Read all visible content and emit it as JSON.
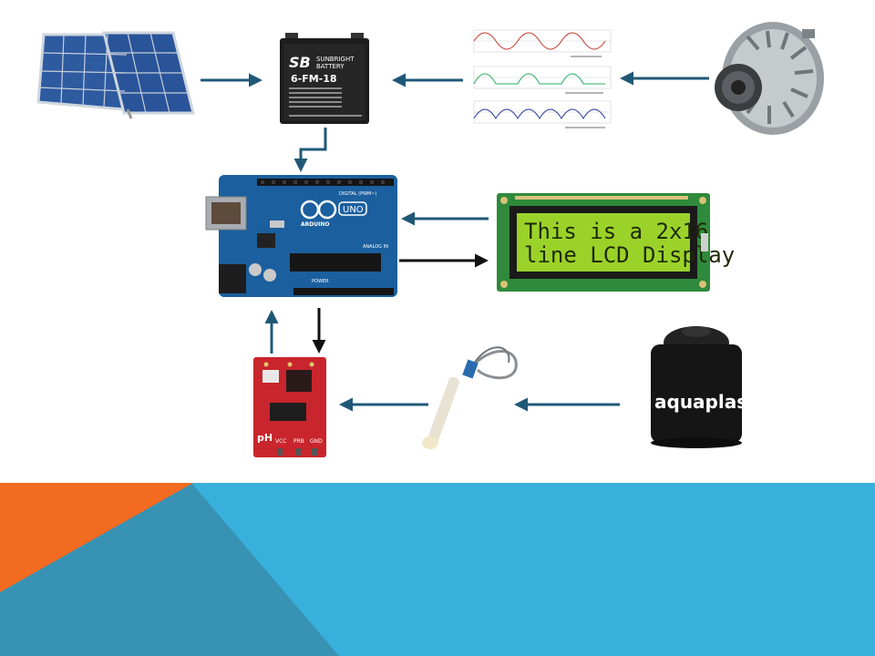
{
  "battery": {
    "brand": "SUNBRIGHT",
    "brand_line2": "BATTERY",
    "logo": "SB",
    "model": "6-FM-18"
  },
  "arduino": {
    "brand": "ARDUINO",
    "model": "UNO",
    "digital_label": "DIGITAL (PWM~)",
    "analog_label": "ANALOG IN",
    "power_label": "POWER"
  },
  "lcd": {
    "line1": "This is a 2x16",
    "line2": "line LCD Display"
  },
  "ph_module": {
    "label": "pH",
    "pins": [
      "VCC",
      "PRB",
      "GND"
    ]
  },
  "tank": {
    "brand": "aquaplas"
  },
  "colors": {
    "flow_arrow": "#1f5877",
    "output_arrow": "#111111",
    "footer_blue": "#39b0dc",
    "footer_teal": "#3792b4",
    "footer_orange": "#f26b21"
  }
}
